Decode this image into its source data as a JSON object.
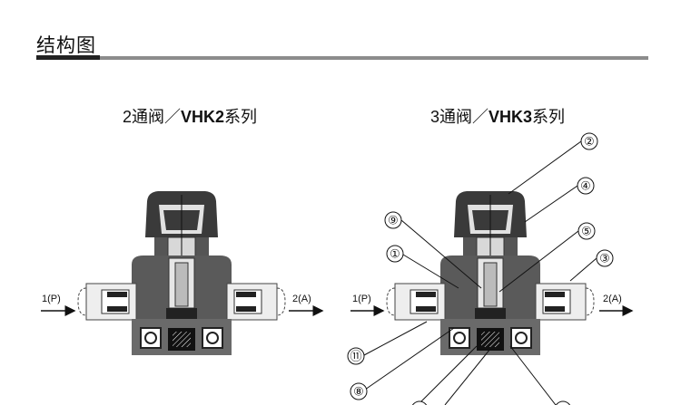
{
  "header": {
    "title": "结构图"
  },
  "valves": [
    {
      "caption_prefix": "2通阀／",
      "caption_model": "VHK2",
      "caption_suffix": "系列",
      "port_in": "1(P)",
      "port_out": "2(A)"
    },
    {
      "caption_prefix": "3通阀／",
      "caption_model": "VHK3",
      "caption_suffix": "系列",
      "port_in": "1(P)",
      "port_out": "2(A)",
      "callouts": [
        "②",
        "④",
        "⑨",
        "⑤",
        "①",
        "③",
        "⑪",
        "⑧"
      ]
    }
  ],
  "colors": {
    "body": "#5a5a5a",
    "knob": "#3a3a3a",
    "accent_bar": "#222222",
    "rule": "#8c8c8c"
  }
}
